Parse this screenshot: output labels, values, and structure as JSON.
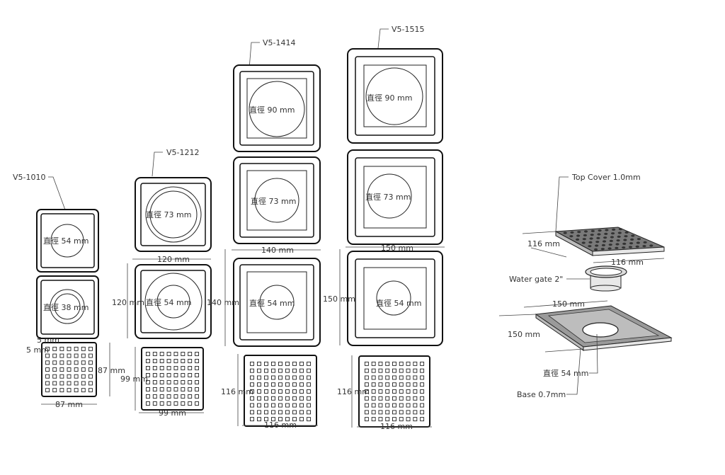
{
  "models": [
    {
      "id": "V5-1010",
      "frame_label": "V5-1010",
      "units": [
        {
          "dia": "直徑 54 mm"
        },
        {
          "dia": "直徑 38 mm"
        }
      ],
      "grate_w": "87 mm",
      "grate_h": "87 mm",
      "gap1": "5 mm",
      "gap2": "5 mm"
    },
    {
      "id": "V5-1212",
      "frame_label": "V5-1212",
      "units": [
        {
          "dia": "直徑 73 mm"
        },
        {
          "dia": "直徑 54 mm"
        }
      ],
      "frame_w": "120 mm",
      "frame_h": "120 mm",
      "grate_w": "99 mm",
      "grate_h": "99 mm"
    },
    {
      "id": "V5-1414",
      "frame_label": "V5-1414",
      "units": [
        {
          "dia": "直徑 90 mm"
        },
        {
          "dia": "直徑 73 mm"
        },
        {
          "dia": "直徑 54 mm"
        }
      ],
      "frame_w": "140 mm",
      "frame_h": "140 mm",
      "grate_w": "116 mm",
      "grate_h": "116 mm"
    },
    {
      "id": "V5-1515",
      "frame_label": "V5-1515",
      "units": [
        {
          "dia": "直徑 90 mm"
        },
        {
          "dia": "直徑 73 mm"
        },
        {
          "dia": "直徑 54 mm"
        }
      ],
      "frame_w": "150 mm",
      "frame_h": "150 mm",
      "grate_w": "116 mm",
      "grate_h": "116 mm"
    }
  ],
  "exploded": {
    "top_cover": "Top Cover 1.0mm",
    "cover_w": "116 mm",
    "cover_d": "116 mm",
    "water_gate": "Water gate 2\"",
    "base_w": "150 mm",
    "base_d": "150 mm",
    "base_hole": "直徑 54 mm",
    "base": "Base 0.7mm"
  }
}
